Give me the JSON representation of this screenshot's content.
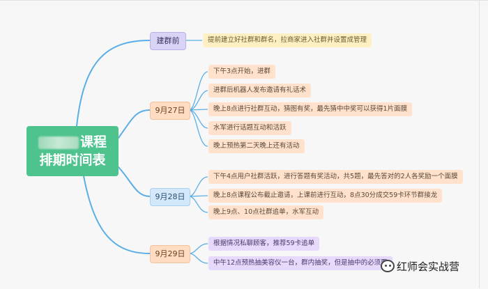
{
  "mindmap": {
    "root": {
      "line1_visible": "课程",
      "line2": "排期时间表"
    },
    "branches": [
      {
        "label": "建群前",
        "items": [
          "提前建立好社群和群名，拉商家进入社群并设置成管理"
        ]
      },
      {
        "label": "9月27日",
        "items": [
          "下午3点开始，进群",
          "进群后机器人发布邀请有礼话术",
          "晚上8点进行社群互动，猜图有奖，最先猜中中奖可以获得1片面膜",
          "水军进行话题互动和活跃",
          "晚上预热第二天晚上还有活动"
        ]
      },
      {
        "label": "9月28日",
        "items": [
          "下午4点用户社群活跃，进行答题有奖活动，共5题，最先答对的2人各奖励一个面膜",
          "晚上8点课程公布截止邀请，上课前进行互动，8点30分成交59卡环节群接龙",
          "晚上9点、10点社群追单，水军互动"
        ]
      },
      {
        "label": "9月29日",
        "items": [
          "根据情况私聊顾客，推荐59卡追单",
          "中午12点预热抽美容仪一台，群内抽奖，但是抽中的必须要"
        ]
      }
    ],
    "colors": {
      "root": "#4ec38e",
      "connector": "#5aaee6",
      "branch_purple": "#d9d4f6",
      "branch_orange": "#ffdcc2",
      "branch_blue": "#d4e8fb",
      "leaf_yellow": "#fff0c4",
      "leaf_orange": "#ffe1cc",
      "leaf_purple": "#e6d9fb"
    }
  },
  "watermark": {
    "icon": "wechat-icon",
    "text": "红师会实战营"
  }
}
